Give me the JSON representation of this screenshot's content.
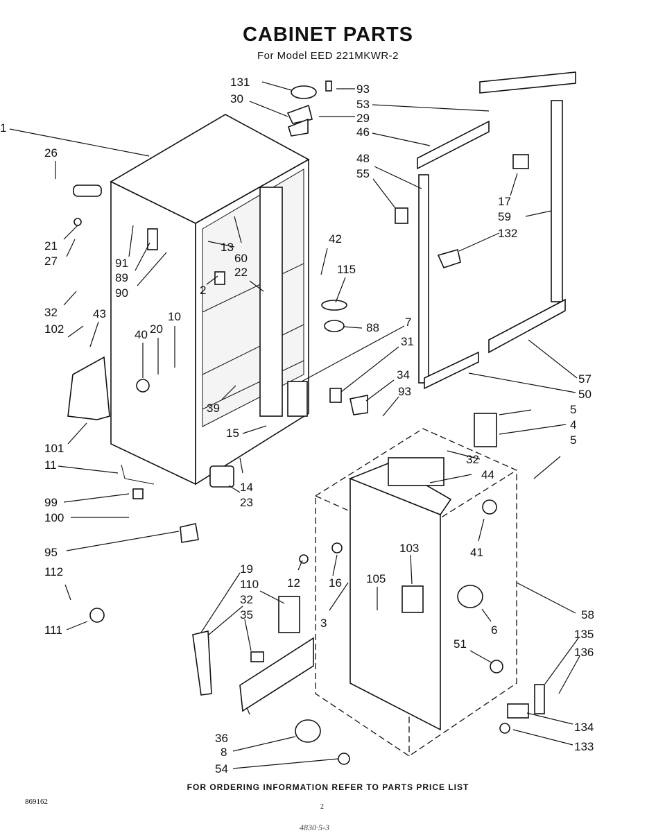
{
  "title": "CABINET PARTS",
  "subtitle": "For Model EED 221MKWR-2",
  "footer": "FOR ORDERING INFORMATION REFER TO PARTS PRICE LIST",
  "doc_number": "869162",
  "page_number": "2",
  "handwritten_note": "4830·5-3",
  "callouts": [
    "131",
    "30",
    "93",
    "53",
    "29",
    "46",
    "1",
    "26",
    "48",
    "55",
    "17",
    "59",
    "132",
    "21",
    "27",
    "91",
    "89",
    "90",
    "13",
    "60",
    "22",
    "2",
    "42",
    "115",
    "32",
    "43",
    "102",
    "40",
    "20",
    "10",
    "88",
    "7",
    "31",
    "34",
    "93",
    "39",
    "15",
    "101",
    "11",
    "14",
    "23",
    "99",
    "100",
    "95",
    "112",
    "111",
    "19",
    "110",
    "32",
    "35",
    "36",
    "8",
    "54",
    "12",
    "16",
    "3",
    "103",
    "105",
    "5",
    "4",
    "5",
    "32",
    "44",
    "41",
    "6",
    "51",
    "58",
    "135",
    "136",
    "134",
    "133",
    "57",
    "50"
  ]
}
